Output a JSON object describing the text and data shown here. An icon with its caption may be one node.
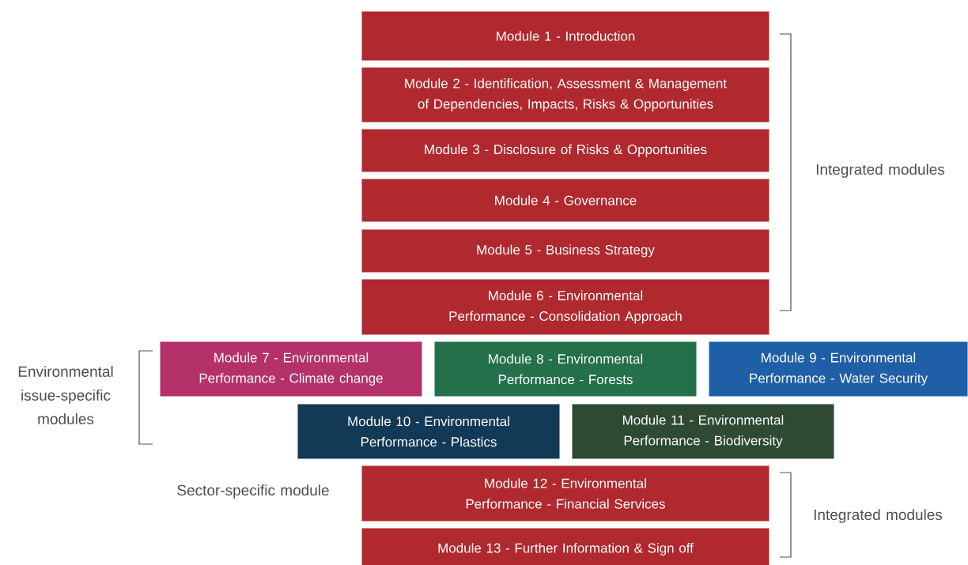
{
  "diagram": {
    "nodes": [
      {
        "text": [
          "Module 1 - Introduction"
        ]
      },
      {
        "text": [
          "Module 2 - Identification, Assessment & Management of Dependencies, Impacts, Risks & Opportunities"
        ]
      },
      {
        "text": [
          "Module 3 - Disclosure of Risks & Opportunities"
        ]
      },
      {
        "text": [
          "Module 4 - Governance"
        ]
      },
      {
        "text": [
          "Module 5 - Business Strategy"
        ]
      },
      {
        "text": [
          "Module 6 - Environmental Performance - Consolidation Approach"
        ]
      },
      {
        "text": [
          "Module 7 - Environmental Performance - Climate change"
        ]
      },
      {
        "text": [
          "Module 8 - Environmental Performance - Forests"
        ]
      },
      {
        "text": [
          "Module 9 - Environmental Performance - Water Security"
        ]
      },
      {
        "text": [
          "Module 10 - Environmental Performance - Plastics"
        ]
      },
      {
        "text": [
          "Module 11 - Environmental Performance - Biodiversity"
        ]
      },
      {
        "text": [
          "Module 12 - Environmental Performance - Financial Services"
        ]
      },
      {
        "text": [
          "Module 13 - Further Information & Sign off"
        ]
      }
    ],
    "labels": [
      "Integrated modules",
      "Environmental issue-specific modules",
      "Sector-specific module",
      "Integrated modules"
    ]
  }
}
